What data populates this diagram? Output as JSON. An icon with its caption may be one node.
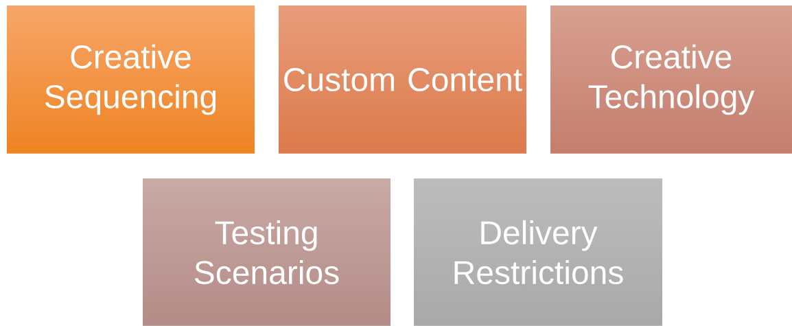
{
  "diagram": {
    "nodes": [
      {
        "text": [
          "Creative Sequencing"
        ]
      },
      {
        "text": [
          "Custom Content"
        ]
      },
      {
        "text": [
          "Creative Technology"
        ]
      },
      {
        "text": [
          "Testing Scenarios"
        ]
      },
      {
        "text": [
          "Delivery Restrictions"
        ]
      }
    ]
  }
}
